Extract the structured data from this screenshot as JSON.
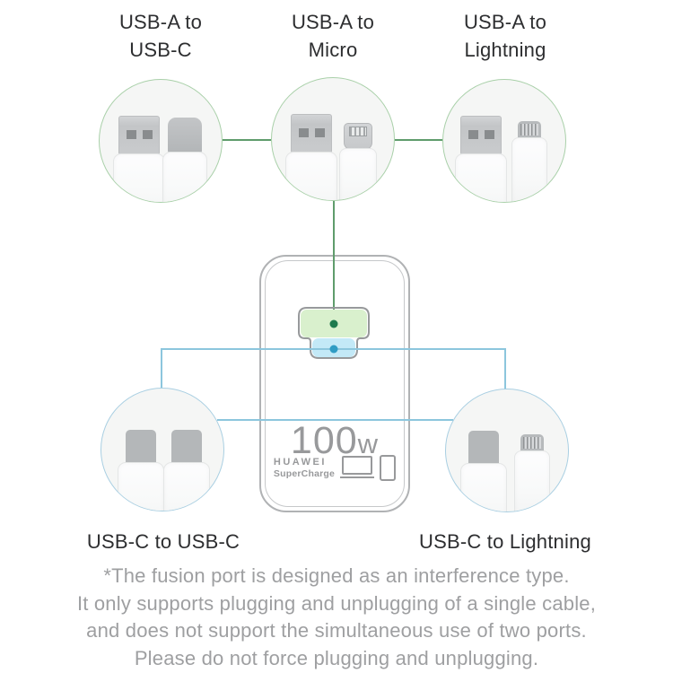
{
  "title": "Huawei 100W SuperCharge cable compatibility diagram",
  "colors": {
    "page-bg": "#ffffff",
    "label-dark": "#2d2e30",
    "note-gray": "#9e9fa1",
    "green-border": "#a9d0a9",
    "green-line": "#5f9c6c",
    "green-dot": "#1e7a4e",
    "green-fill": "#d9f0cd",
    "blue-border": "#a9cfe2",
    "blue-line": "#8cc6dd",
    "blue-dot": "#2f9cc4",
    "blue-fill": "#c3e9f7",
    "charger-border": "#b0b2b4",
    "charger-inner-border": "#c6c8ca",
    "port-outline": "#97999b",
    "bubble-fill": "#f5f6f5",
    "charger-text": "#98999b"
  },
  "top_cables": [
    {
      "line1": "USB-A to",
      "line2": "USB-C",
      "connectors": [
        "usb-a",
        "usb-c"
      ]
    },
    {
      "line1": "USB-A to",
      "line2": "Micro",
      "connectors": [
        "usb-a",
        "micro"
      ]
    },
    {
      "line1": "USB-A to",
      "line2": "Lightning",
      "connectors": [
        "usb-a",
        "lightning"
      ]
    }
  ],
  "bottom_cables": [
    {
      "label": "USB-C to USB-C",
      "connectors": [
        "usb-c",
        "usb-c"
      ]
    },
    {
      "label": "USB-C to Lightning",
      "connectors": [
        "usb-c",
        "lightning"
      ]
    }
  ],
  "charger": {
    "wattage_number": "100",
    "wattage_unit": "w",
    "brand": "HUAWEI",
    "sub_brand": "SuperCharge"
  },
  "note_lines": [
    "*The fusion port is designed as an interference type.",
    "It only supports plugging and unplugging of a single cable,",
    "and does not support the simultaneous use of two ports.",
    "Please do not force plugging and unplugging."
  ]
}
